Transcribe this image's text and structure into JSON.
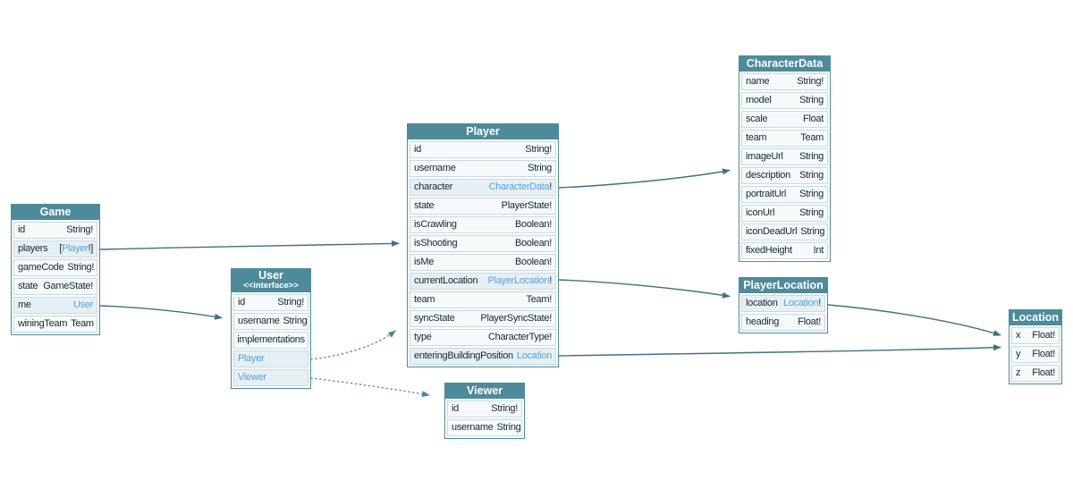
{
  "colors": {
    "header_teal": "#4e8b9a",
    "link_blue": "#58a1da",
    "arrow_solid": "#3d7383",
    "arrow_dotted": "#6f98a5",
    "row_bg": "#f6fafb",
    "row_link_bg": "#e6f0f4"
  },
  "tables": {
    "game": {
      "title": "Game",
      "fields": [
        {
          "name": "id",
          "t1": "String!"
        },
        {
          "name": "players",
          "t1": "[",
          "t2": "Player",
          "t3": "!]"
        },
        {
          "name": "gameCode",
          "t1": "String!"
        },
        {
          "name": "state",
          "t1": "GameState!"
        },
        {
          "name": "me",
          "t2": "User"
        },
        {
          "name": "winingTeam",
          "t1": "Team"
        }
      ]
    },
    "user": {
      "title": "User",
      "subtitle": "<<interface>>",
      "fields": [
        {
          "name": "id",
          "t1": "String!"
        },
        {
          "name": "username",
          "t1": "String"
        }
      ],
      "implementations_label": "implementations",
      "implementations": [
        {
          "name": "Player"
        },
        {
          "name": "Viewer"
        }
      ]
    },
    "player": {
      "title": "Player",
      "fields": [
        {
          "name": "id",
          "t1": "String!"
        },
        {
          "name": "username",
          "t1": "String"
        },
        {
          "name": "character",
          "t2": "CharacterData",
          "t3": "!"
        },
        {
          "name": "state",
          "t1": "PlayerState!"
        },
        {
          "name": "isCrawling",
          "t1": "Boolean!"
        },
        {
          "name": "isShooting",
          "t1": "Boolean!"
        },
        {
          "name": "isMe",
          "t1": "Boolean!"
        },
        {
          "name": "currentLocation",
          "t2": "PlayerLocation",
          "t3": "!"
        },
        {
          "name": "team",
          "t1": "Team!"
        },
        {
          "name": "syncState",
          "t1": "PlayerSyncState!"
        },
        {
          "name": "type",
          "t1": "CharacterType!"
        },
        {
          "name": "enteringBuildingPosition",
          "t2": "Location"
        }
      ]
    },
    "viewer": {
      "title": "Viewer",
      "fields": [
        {
          "name": "id",
          "t1": "String!"
        },
        {
          "name": "username",
          "t1": "String"
        }
      ]
    },
    "characterData": {
      "title": "CharacterData",
      "fields": [
        {
          "name": "name",
          "t1": "String!"
        },
        {
          "name": "model",
          "t1": "String"
        },
        {
          "name": "scale",
          "t1": "Float"
        },
        {
          "name": "team",
          "t1": "Team"
        },
        {
          "name": "imageUrl",
          "t1": "String"
        },
        {
          "name": "description",
          "t1": "String"
        },
        {
          "name": "portraitUrl",
          "t1": "String"
        },
        {
          "name": "iconUrl",
          "t1": "String"
        },
        {
          "name": "iconDeadUrl",
          "t1": "String"
        },
        {
          "name": "fixedHeight",
          "t1": "Int"
        }
      ]
    },
    "playerLocation": {
      "title": "PlayerLocation",
      "fields": [
        {
          "name": "location",
          "t2": "Location",
          "t3": "!"
        },
        {
          "name": "heading",
          "t1": "Float!"
        }
      ]
    },
    "location": {
      "title": "Location",
      "fields": [
        {
          "name": "x",
          "t1": "Float!"
        },
        {
          "name": "y",
          "t1": "Float!"
        },
        {
          "name": "z",
          "t1": "Float!"
        }
      ]
    }
  },
  "edges": [
    {
      "from": "Game.players",
      "to": "Player",
      "style": "solid"
    },
    {
      "from": "Game.me",
      "to": "User",
      "style": "solid"
    },
    {
      "from": "Player.character",
      "to": "CharacterData",
      "style": "solid"
    },
    {
      "from": "Player.currentLocation",
      "to": "PlayerLocation",
      "style": "solid"
    },
    {
      "from": "Player.enteringBuildingPosition",
      "to": "Location",
      "style": "solid"
    },
    {
      "from": "PlayerLocation.location",
      "to": "Location",
      "style": "solid"
    },
    {
      "from": "User.Player",
      "to": "Player",
      "style": "dotted"
    },
    {
      "from": "User.Viewer",
      "to": "Viewer",
      "style": "dotted"
    }
  ]
}
